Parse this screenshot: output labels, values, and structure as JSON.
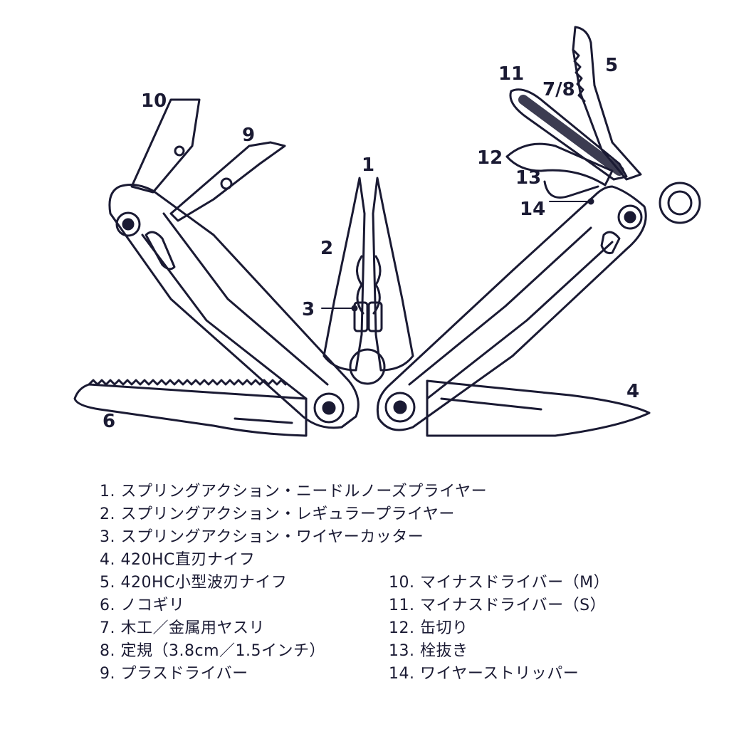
{
  "colors": {
    "ink": "#1a1a33",
    "background": "#ffffff"
  },
  "callouts": {
    "c1": "1",
    "c2": "2",
    "c3": "3",
    "c4": "4",
    "c5": "5",
    "c6": "6",
    "c78": "7/8",
    "c9": "9",
    "c10": "10",
    "c11": "11",
    "c12": "12",
    "c13": "13",
    "c14": "14"
  },
  "legend": [
    "1. スプリングアクション・ニードルノーズプライヤー",
    "2. スプリングアクション・レギュラープライヤー",
    "3. スプリングアクション・ワイヤーカッター",
    "4. 420HC直刃ナイフ",
    "5. 420HC小型波刃ナイフ",
    "6. ノコギリ",
    "7. 木工／金属用ヤスリ",
    "8. 定規（3.8cm／1.5インチ）",
    "9. プラスドライバー",
    "10. マイナスドライバー（M）",
    "11. マイナスドライバー（S）",
    "12. 缶切り",
    "13. 栓抜き",
    "14. ワイヤーストリッパー"
  ]
}
